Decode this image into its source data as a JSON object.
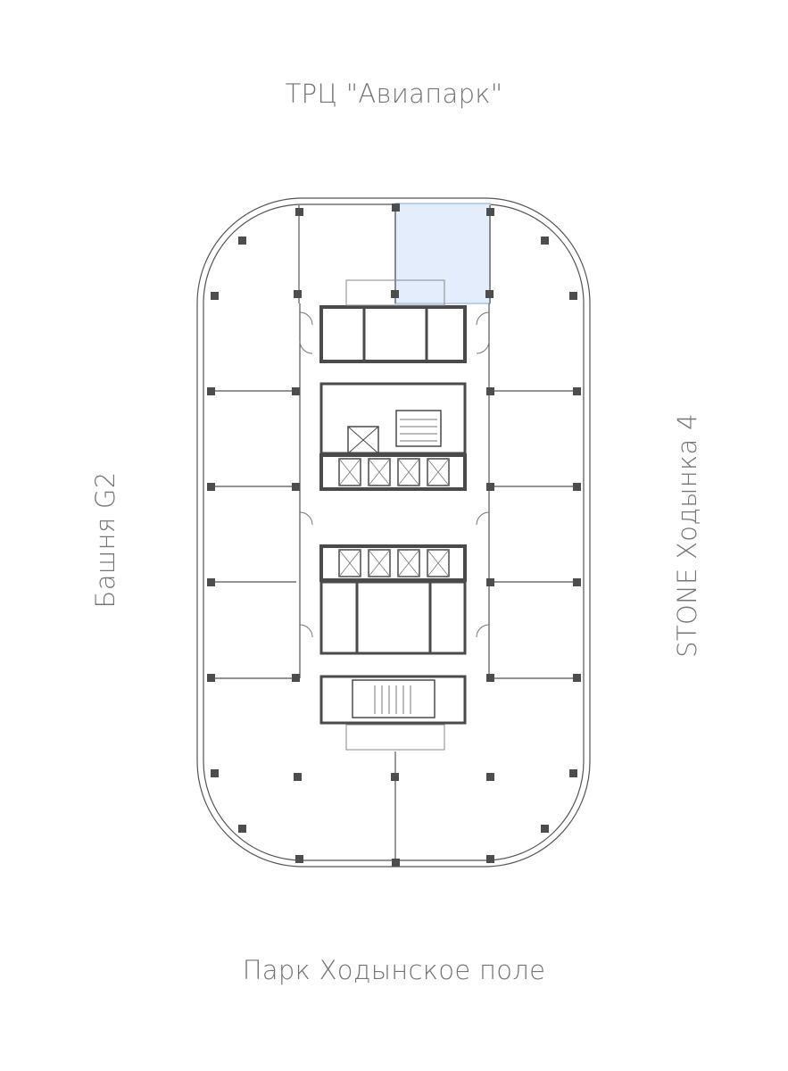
{
  "labels": {
    "top": "ТРЦ \"Авиапарк\"",
    "bottom": "Парк Ходынское поле",
    "left": "Башня G2",
    "right": "STONE Ходынка 4"
  },
  "colors": {
    "highlight_fill": "#e4edfb",
    "highlight_stroke": "#a9c3ea",
    "line": "#555555",
    "wall": "#4a4a4a",
    "column": "#4d4d4d",
    "text": "#757575"
  },
  "highlighted_unit": {
    "selected": true
  }
}
